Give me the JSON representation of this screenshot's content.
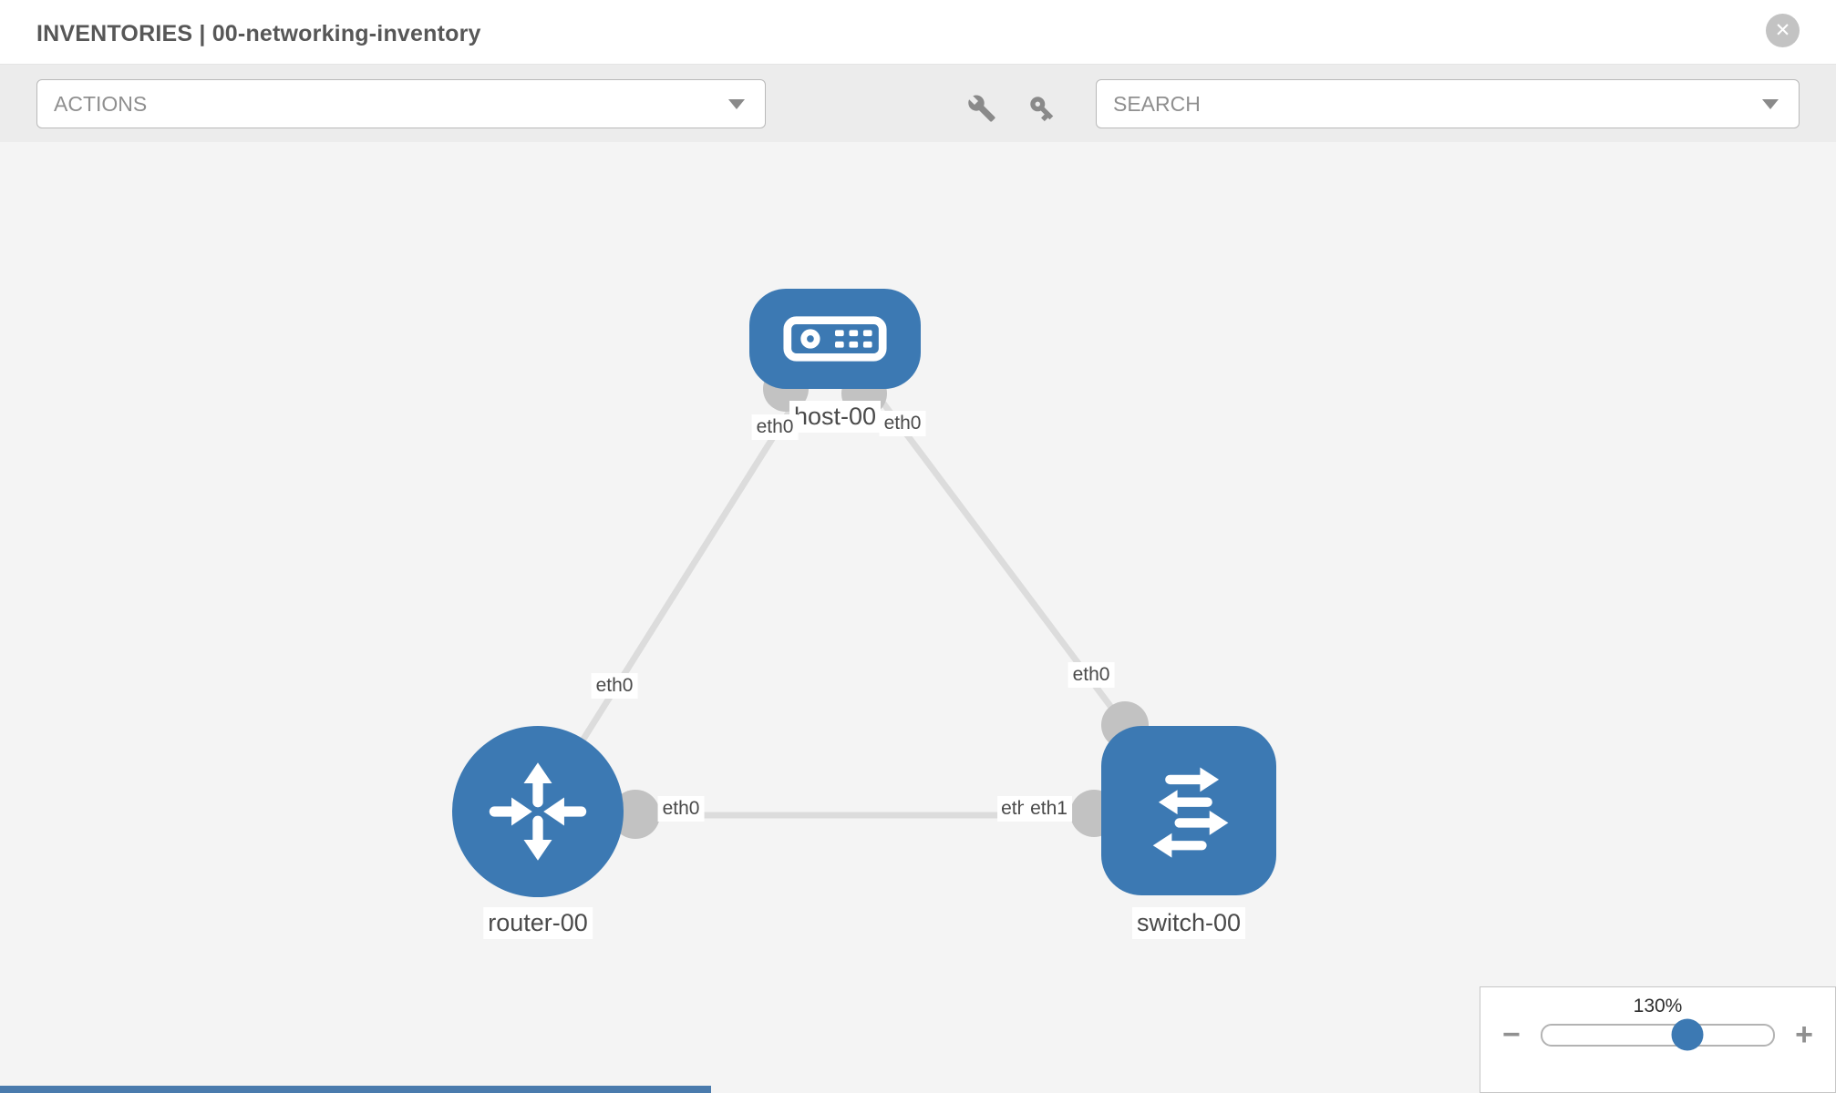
{
  "header": {
    "title": "INVENTORIES | 00-networking-inventory",
    "close": "✕"
  },
  "toolbar": {
    "actions": {
      "label": "ACTIONS"
    },
    "search": {
      "label": "SEARCH"
    },
    "tools": {
      "wrench": "wrench-tool",
      "key": "key-tool"
    }
  },
  "topology": {
    "nodes": {
      "host": {
        "label": "host-00",
        "type": "host"
      },
      "router": {
        "label": "router-00",
        "type": "router"
      },
      "switch": {
        "label": "switch-00",
        "type": "switch"
      }
    },
    "interfaces": {
      "host_left": "eth0",
      "host_right": "eth0",
      "link_host_router": "eth0",
      "link_host_switch": "eth0",
      "router_bottom": "eth0",
      "switch_hidden": "eth0",
      "switch_bottom": "eth1"
    },
    "links": [
      {
        "from": "host-00",
        "to": "router-00",
        "from_if": "eth0",
        "to_if": "eth0"
      },
      {
        "from": "host-00",
        "to": "switch-00",
        "from_if": "eth0",
        "to_if": "eth0"
      },
      {
        "from": "router-00",
        "to": "switch-00",
        "from_if": "eth0",
        "to_if": "eth1"
      }
    ]
  },
  "zoom_control": {
    "level": "130%",
    "minus": "−",
    "plus": "+"
  },
  "colors": {
    "node_blue": "#3c79b3",
    "link_gray": "#dcdcdc",
    "connector_gray": "#c2c2c2",
    "toolbar_bg": "#ececec",
    "canvas_bg": "#f4f4f4"
  }
}
